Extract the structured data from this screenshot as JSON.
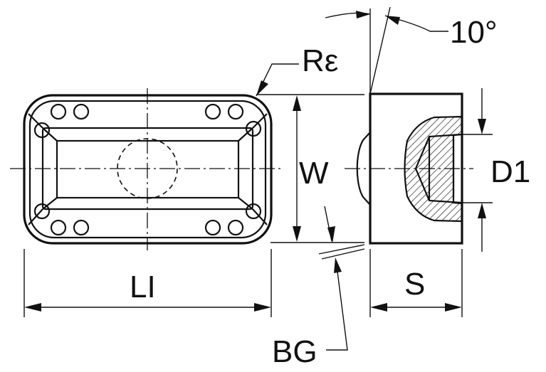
{
  "labels": {
    "corner_radius": "Rε",
    "angle": "10°",
    "width": "W",
    "diameter": "D1",
    "length": "LI",
    "thickness": "S",
    "land": "BG"
  },
  "colors": {
    "ink": "#111111",
    "background": "#ffffff"
  }
}
